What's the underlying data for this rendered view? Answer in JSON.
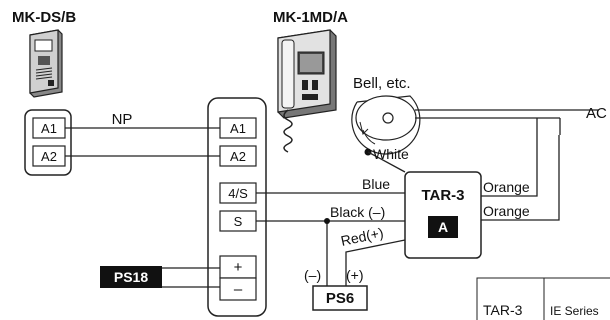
{
  "devices": {
    "door_station": {
      "model": "MK-DS/B"
    },
    "monitor": {
      "model": "MK-1MD/A"
    }
  },
  "door_station_terminals": [
    "A1",
    "A2"
  ],
  "monitor_terminals": {
    "top": [
      "A1",
      "A2"
    ],
    "middle": [
      "4/S",
      "S"
    ],
    "power": [
      "+",
      "–"
    ]
  },
  "wires": {
    "door_link": "NP",
    "white": "White",
    "blue": "Blue",
    "black": "Black (–)",
    "red": "Red(+)",
    "orange_1": "Orange",
    "orange_2": "Orange"
  },
  "relay": {
    "model": "TAR-3",
    "badge": "A"
  },
  "bell": {
    "label": "Bell, etc."
  },
  "ac_label": "AC",
  "power_supplies": {
    "ps18": "PS18",
    "ps6": "PS6",
    "ps6_minus": "(–)",
    "ps6_plus": "(+)"
  },
  "table_fragment": {
    "cell_1": "TAR-3",
    "cell_2": "IE Series"
  }
}
